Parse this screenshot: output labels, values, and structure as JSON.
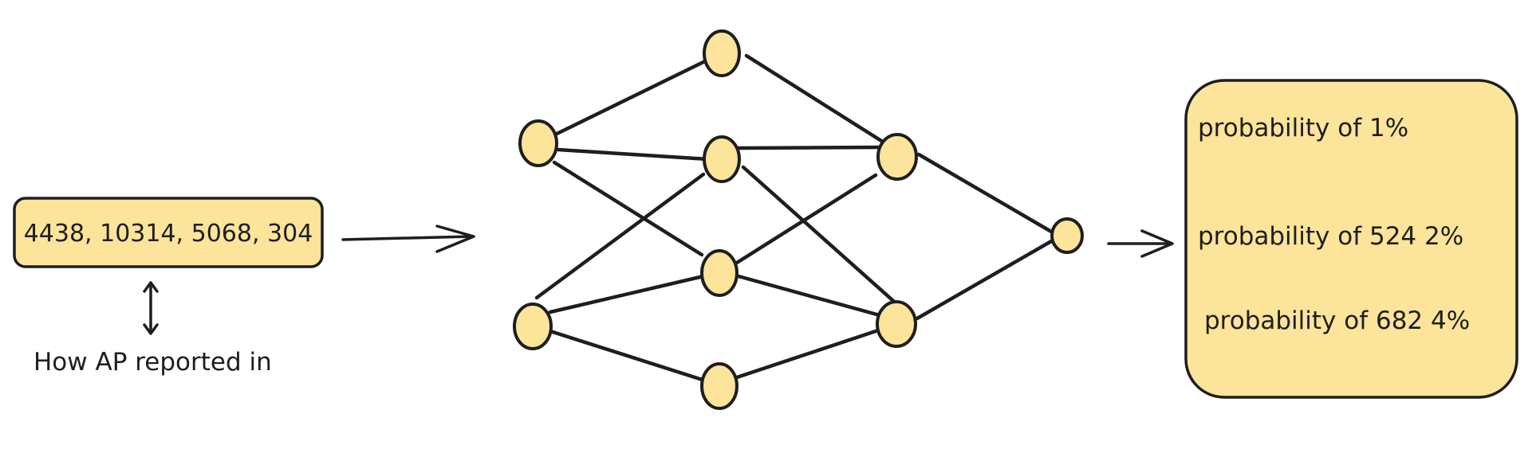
{
  "input": {
    "values_text": "4438, 10314, 5068, 304",
    "caption": "How AP reported in"
  },
  "network": {
    "layers": [
      2,
      4,
      2,
      1
    ],
    "node_color": "#fce49a",
    "stroke_color": "#1e1e1e"
  },
  "output": {
    "lines": [
      "probability of 1%",
      "probability of 524 2%",
      "probability of 682 4%"
    ]
  }
}
